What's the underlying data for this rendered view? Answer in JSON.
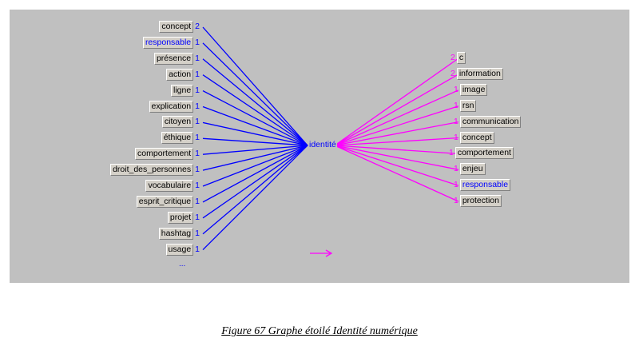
{
  "center_label": "identité",
  "left_nodes": [
    {
      "label": "concept",
      "count": "2",
      "color": "black"
    },
    {
      "label": "responsable",
      "count": "1",
      "color": "blue"
    },
    {
      "label": "présence",
      "count": "1",
      "color": "black"
    },
    {
      "label": "action",
      "count": "1",
      "color": "black"
    },
    {
      "label": "ligne",
      "count": "1",
      "color": "black"
    },
    {
      "label": "explication",
      "count": "1",
      "color": "black"
    },
    {
      "label": "citoyen",
      "count": "1",
      "color": "black"
    },
    {
      "label": "éthique",
      "count": "1",
      "color": "black"
    },
    {
      "label": "comportement",
      "count": "1",
      "color": "black"
    },
    {
      "label": "droit_des_personnes",
      "count": "1",
      "color": "black"
    },
    {
      "label": "vocabulaire",
      "count": "1",
      "color": "black"
    },
    {
      "label": "esprit_critique",
      "count": "1",
      "color": "black"
    },
    {
      "label": "projet",
      "count": "1",
      "color": "black"
    },
    {
      "label": "hashtag",
      "count": "1",
      "color": "black"
    },
    {
      "label": "usage",
      "count": "1",
      "color": "black"
    }
  ],
  "left_more": "...",
  "right_nodes": [
    {
      "label": "c",
      "count": "2",
      "color": "black"
    },
    {
      "label": "information",
      "count": "2",
      "color": "black"
    },
    {
      "label": "image",
      "count": "1",
      "color": "black"
    },
    {
      "label": "rsn",
      "count": "1",
      "color": "black"
    },
    {
      "label": "communication",
      "count": "1",
      "color": "black"
    },
    {
      "label": "concept",
      "count": "1",
      "color": "black"
    },
    {
      "label": "comportement",
      "count": "1",
      "color": "black"
    },
    {
      "label": "enjeu",
      "count": "1",
      "color": "black"
    },
    {
      "label": "responsable",
      "count": "1",
      "color": "blue"
    },
    {
      "label": "protection",
      "count": "1",
      "color": "black"
    }
  ],
  "colors": {
    "left_edges": "#0000ff",
    "right_edges": "#ff00ff",
    "background": "#c0c0c0"
  },
  "caption": "Figure 67 Graphe étoilé Identité numérique"
}
